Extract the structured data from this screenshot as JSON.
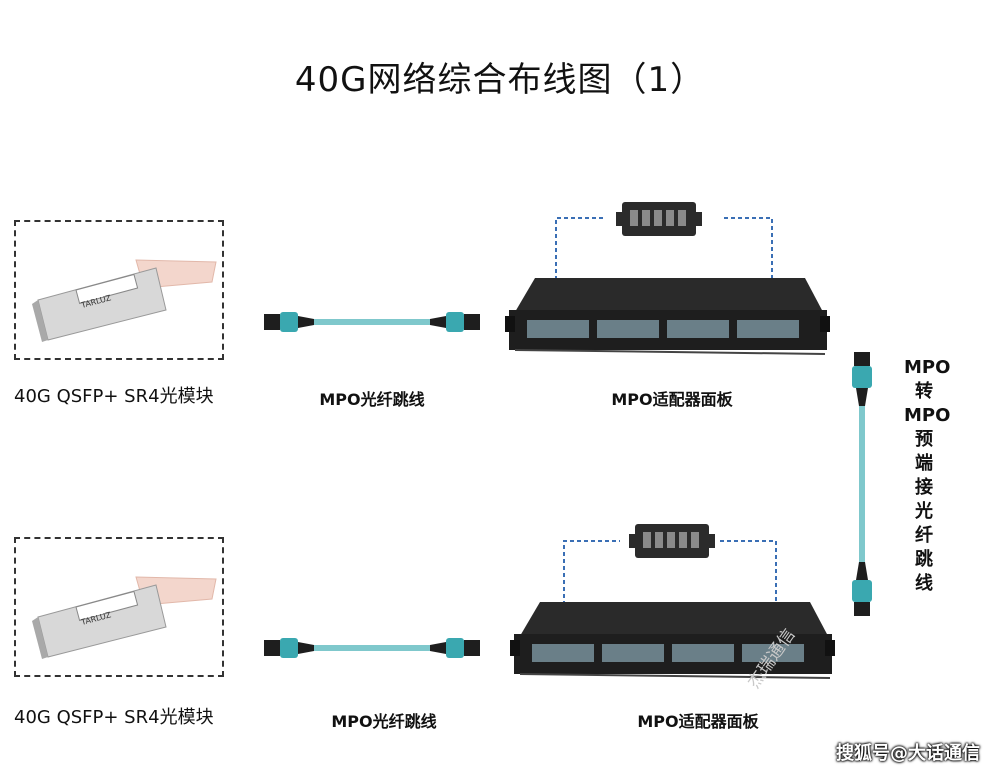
{
  "title": "40G网络综合布线图（1）",
  "top_row": {
    "module_label": "40G QSFP+ SR4光模块",
    "cable_label": "MPO光纤跳线",
    "panel_label": "MPO适配器面板"
  },
  "bottom_row": {
    "module_label": "40G QSFP+ SR4光模块",
    "cable_label": "MPO光纤跳线",
    "panel_label": "MPO适配器面板"
  },
  "side_cable": {
    "chars": [
      "MPO",
      "转",
      "MPO",
      "预",
      "端",
      "接",
      "光",
      "纤",
      "跳",
      "线"
    ]
  },
  "module_brand_text": "TARLUZ",
  "watermark": "搜狐号@大话通信",
  "stamp_text": "杰瑞通信",
  "colors": {
    "cable": "#7fc8cc",
    "connector": "#3aa8b0",
    "panel": "#1e1e1e",
    "dash_blue": "#3a6fb5"
  }
}
